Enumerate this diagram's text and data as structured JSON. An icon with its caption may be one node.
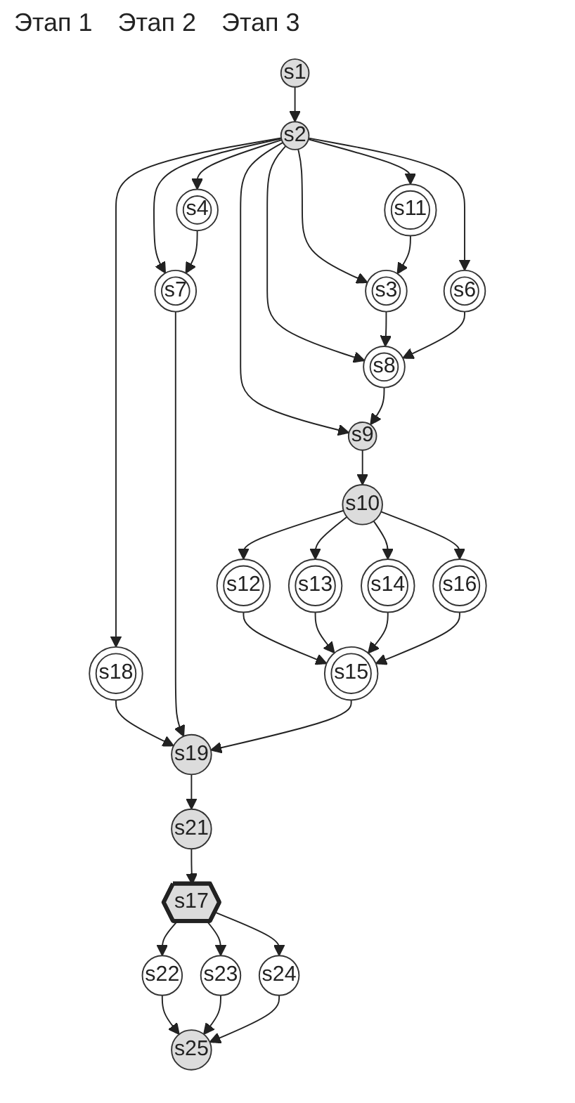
{
  "diagram": {
    "nodes": [
      {
        "text": [
          "s1"
        ]
      },
      {
        "text": [
          "s2"
        ]
      },
      {
        "text": [
          "s11"
        ]
      },
      {
        "text": [
          "s6"
        ]
      },
      {
        "text": [
          "s4"
        ]
      },
      {
        "text": [
          "s18"
        ]
      },
      {
        "text": [
          "s3"
        ]
      },
      {
        "text": [
          "s8"
        ]
      },
      {
        "text": [
          "s9"
        ]
      },
      {
        "text": [
          "s7"
        ]
      },
      {
        "text": [
          "s10"
        ]
      },
      {
        "text": [
          "s12"
        ]
      },
      {
        "text": [
          "s13"
        ]
      },
      {
        "text": [
          "s14"
        ]
      },
      {
        "text": [
          "s16"
        ]
      },
      {
        "text": [
          "s15"
        ]
      },
      {
        "text": [
          "s19"
        ]
      },
      {
        "text": [
          "s21"
        ]
      },
      {
        "text": [
          "s17"
        ]
      },
      {
        "text": [
          "s22"
        ]
      },
      {
        "text": [
          "s23"
        ]
      },
      {
        "text": [
          "s24"
        ]
      },
      {
        "text": [
          "s25"
        ]
      }
    ],
    "edges": [
      {
        "from": 0,
        "to": 1,
        "arrow": "to"
      },
      {
        "from": 1,
        "to": 8,
        "arrow": "to"
      },
      {
        "from": 1,
        "to": 2,
        "arrow": "to"
      },
      {
        "from": 1,
        "to": 6,
        "arrow": "to"
      },
      {
        "from": 1,
        "to": 7,
        "arrow": "to"
      },
      {
        "from": 1,
        "to": 3,
        "arrow": "to"
      },
      {
        "from": 1,
        "to": 9,
        "arrow": "to"
      },
      {
        "from": 1,
        "to": 4,
        "arrow": "to"
      },
      {
        "from": 1,
        "to": 5,
        "arrow": "to"
      },
      {
        "from": 2,
        "to": 6,
        "arrow": "to"
      },
      {
        "from": 6,
        "to": 7,
        "arrow": "to"
      },
      {
        "from": 3,
        "to": 7,
        "arrow": "to"
      },
      {
        "from": 7,
        "to": 8,
        "arrow": "to"
      },
      {
        "from": 4,
        "to": 9,
        "arrow": "to"
      },
      {
        "from": 5,
        "to": 16,
        "arrow": "to"
      },
      {
        "from": 8,
        "to": 10,
        "arrow": "to"
      },
      {
        "from": 10,
        "to": 11,
        "arrow": "to"
      },
      {
        "from": 10,
        "to": 12,
        "arrow": "to"
      },
      {
        "from": 10,
        "to": 13,
        "arrow": "to"
      },
      {
        "from": 10,
        "to": 14,
        "arrow": "to"
      },
      {
        "from": 11,
        "to": 15,
        "arrow": "to"
      },
      {
        "from": 12,
        "to": 15,
        "arrow": "to"
      },
      {
        "from": 13,
        "to": 15,
        "arrow": "to"
      },
      {
        "from": 14,
        "to": 15,
        "arrow": "to"
      },
      {
        "from": 9,
        "to": 16,
        "arrow": "to"
      },
      {
        "from": 15,
        "to": 16,
        "arrow": "to"
      },
      {
        "from": 16,
        "to": 17,
        "arrow": "to"
      },
      {
        "from": 17,
        "to": 18,
        "arrow": "to"
      },
      {
        "from": 18,
        "to": 19,
        "arrow": "to"
      },
      {
        "from": 18,
        "to": 20,
        "arrow": "to"
      },
      {
        "from": 18,
        "to": 21,
        "arrow": "to"
      },
      {
        "from": 19,
        "to": 22,
        "arrow": "to"
      },
      {
        "from": 20,
        "to": 22,
        "arrow": "to"
      },
      {
        "from": 21,
        "to": 22,
        "arrow": "to"
      }
    ],
    "labels": [
      "Этап 1",
      "Этап 2",
      "Этап 3"
    ]
  }
}
